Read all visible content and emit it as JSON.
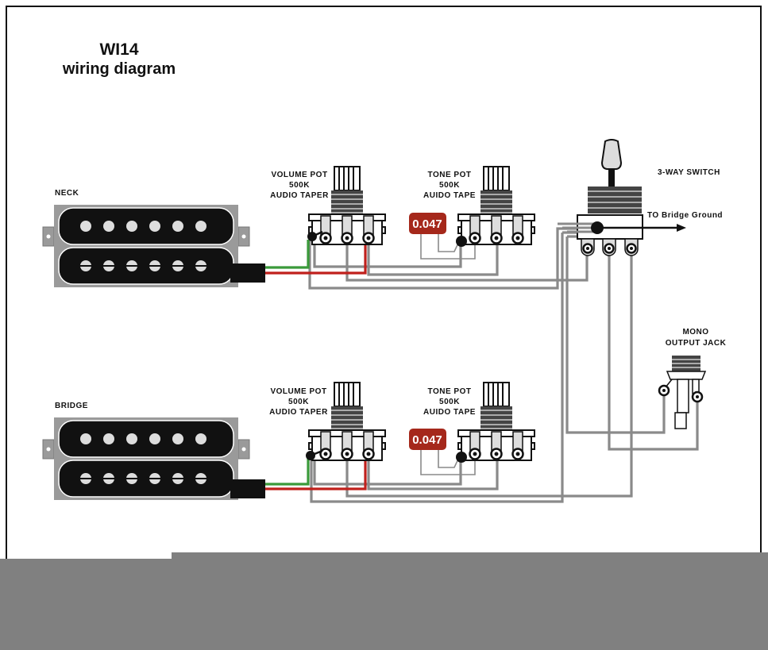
{
  "title": {
    "line1": "WI14",
    "line2": "wiring diagram"
  },
  "colors": {
    "wire_gray": "#8a8a8a",
    "wire_green": "#3a9a3a",
    "wire_red": "#c0201c",
    "capacitor": "#a5281b",
    "pickup_cover": "#111111",
    "pickup_frame": "#9a9a9a",
    "overlay_gray": "#808080"
  },
  "pickups": [
    {
      "id": "neck",
      "label": "NECK"
    },
    {
      "id": "bridge",
      "label": "BRIDGE"
    }
  ],
  "pots": {
    "neck_volume": {
      "line1": "VOLUME POT",
      "line2": "500K",
      "line3": "AUDIO TAPER"
    },
    "neck_tone": {
      "line1": "TONE POT",
      "line2": "500K",
      "line3": "AUIDO TAPE"
    },
    "bridge_volume": {
      "line1": "VOLUME POT",
      "line2": "500K",
      "line3": "AUDIO TAPER"
    },
    "bridge_tone": {
      "line1": "TONE POT",
      "line2": "500K",
      "line3": "AUIDO TAPE"
    }
  },
  "capacitors": [
    {
      "id": "neck_cap",
      "value": "0.047"
    },
    {
      "id": "bridge_cap",
      "value": "0.047"
    }
  ],
  "switch": {
    "label": "3-WAY SWITCH",
    "ground_label": "TO Bridge Ground"
  },
  "jack": {
    "line1": "MONO",
    "line2": "OUTPUT JACK"
  }
}
